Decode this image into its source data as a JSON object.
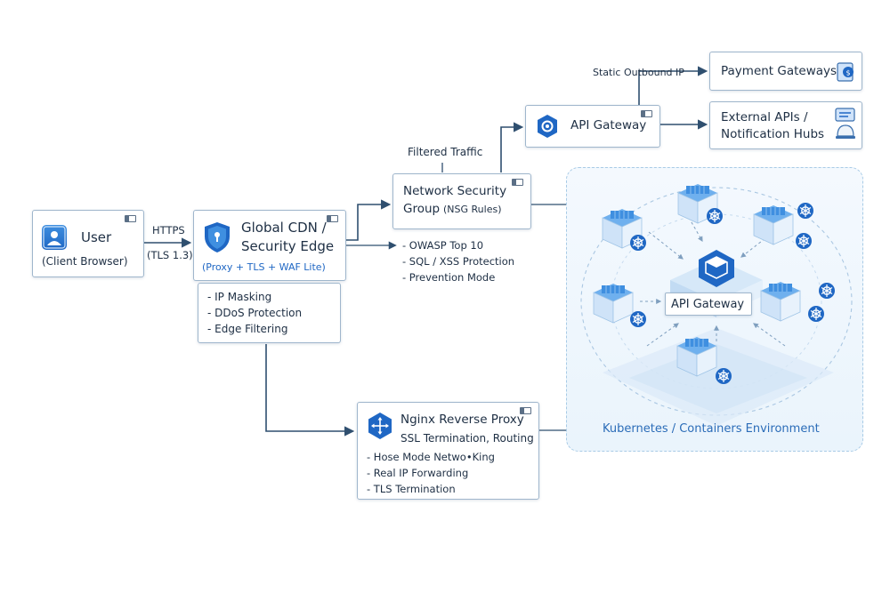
{
  "user": {
    "title": "User",
    "subtitle": "(Client Browser)"
  },
  "link_user_cdn": {
    "label": "HTTPS",
    "sublabel": "(TLS 1.3)"
  },
  "cdn": {
    "title_line1": "Global CDN /",
    "title_line2": "Security Edge",
    "subtitle": "(Proxy + TLS + WAF Lite)",
    "features": [
      "- IP Masking",
      "- DDoS Protection",
      "- Edge Filtering"
    ]
  },
  "nsg": {
    "title": "Network Security",
    "subtitle_word": "Group",
    "subtitle_paren": "(NSG Rules)",
    "edge_label": "Filtered Traffic",
    "waf_rules": [
      "- OWASP Top 10",
      "- SQL / XSS Protection",
      "- Prevention Mode"
    ]
  },
  "api_gateway_top": {
    "title": "API Gateway",
    "edge_label": "Static Outbound IP"
  },
  "payment": {
    "title": "Payment Gateways"
  },
  "external": {
    "line1": "External APIs /",
    "line2": "Notification Hubs"
  },
  "k8s": {
    "center_label": "API Gateway",
    "env_label": "Kubernetes / Containers Environment"
  },
  "nginx": {
    "title": "Nginx Reverse Proxy",
    "subtitle": "SSL Termination, Routing",
    "features": [
      "- Hose Mode Netwo•King",
      "- Real IP Forwarding",
      "- TLS Termination"
    ]
  },
  "colors": {
    "accent": "#1f67c4",
    "arrow": "#2f4f6f",
    "box_border": "#9fb6cc",
    "k8s_area": "#eaf4fc"
  }
}
